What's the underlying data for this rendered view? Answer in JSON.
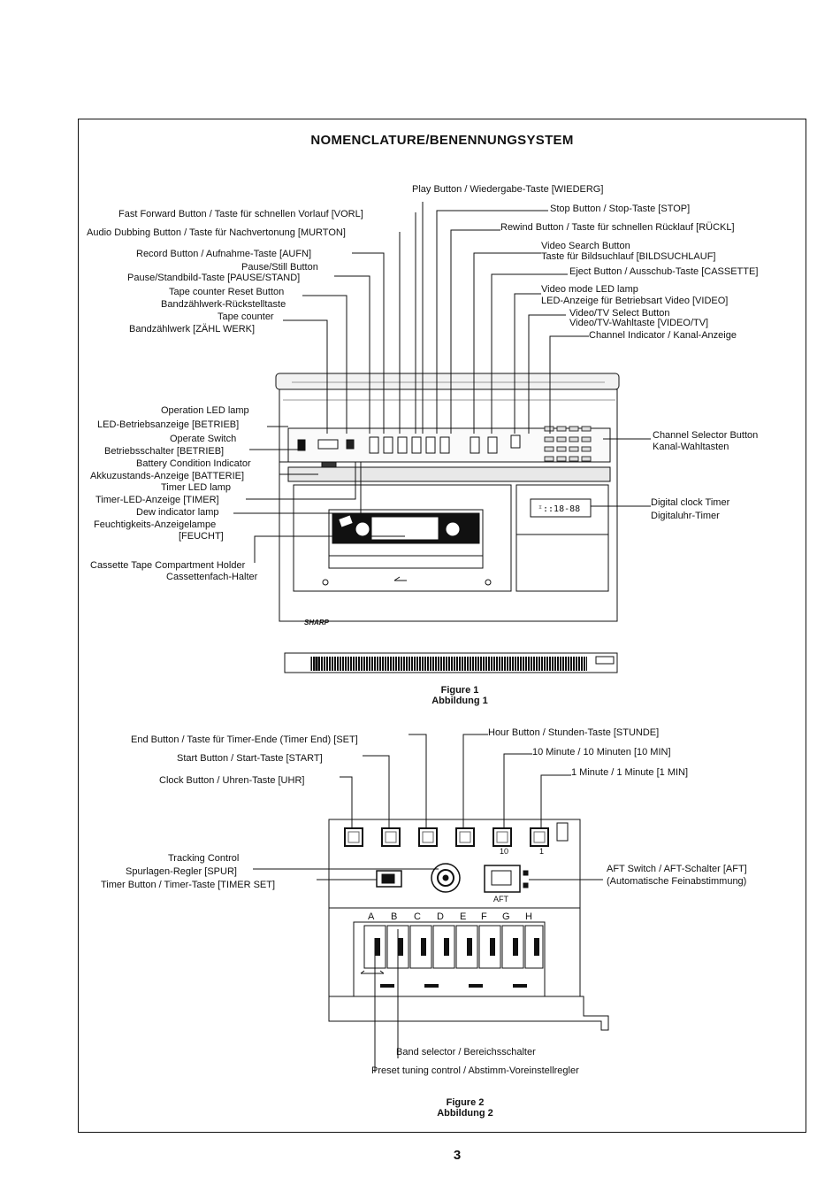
{
  "title": "NOMENCLATURE/BENENNUNGSYSTEM",
  "figure1": {
    "labels": [
      {
        "id": "play",
        "text": "Play Button / Wiedergabe-Taste [WIEDERG]"
      },
      {
        "id": "ff",
        "text": "Fast Forward Button / Taste für schnellen Vorlauf [VORL]"
      },
      {
        "id": "dub",
        "text": "Audio Dubbing Button / Taste für Nachvertonung [MURTON]"
      },
      {
        "id": "rec",
        "text": "Record Button / Aufnahme-Taste [AUFN]"
      },
      {
        "id": "pause1",
        "text": "Pause/Still Button"
      },
      {
        "id": "pause2",
        "text": "Pause/Standbild-Taste [PAUSE/STAND]"
      },
      {
        "id": "tcr1",
        "text": "Tape counter Reset Button"
      },
      {
        "id": "tcr2",
        "text": "Bandzählwerk-Rückstelltaste"
      },
      {
        "id": "tc1",
        "text": "Tape counter"
      },
      {
        "id": "tc2",
        "text": "Bandzählwerk [ZÄHL WERK]"
      },
      {
        "id": "stop",
        "text": "Stop Button / Stop-Taste [STOP]"
      },
      {
        "id": "rew",
        "text": "Rewind Button / Taste für schnellen Rücklauf [RÜCKL]"
      },
      {
        "id": "vs1",
        "text": "Video Search Button"
      },
      {
        "id": "vs2",
        "text": "Taste für Bildsuchlauf [BILDSUCHLAUF]"
      },
      {
        "id": "eject",
        "text": "Eject Button / Ausschub-Taste [CASSETTE]"
      },
      {
        "id": "vm1",
        "text": "Video mode LED lamp"
      },
      {
        "id": "vm2",
        "text": "LED-Anzeige für Betriebsart Video [VIDEO]"
      },
      {
        "id": "vtv1",
        "text": "Video/TV Select Button"
      },
      {
        "id": "vtv2",
        "text": "Video/TV-Wahltaste [VIDEO/TV]"
      },
      {
        "id": "ch",
        "text": "Channel Indicator / Kanal-Anzeige"
      },
      {
        "id": "op1",
        "text": "Operation LED lamp"
      },
      {
        "id": "op2",
        "text": "LED-Betriebsanzeige [BETRIEB]"
      },
      {
        "id": "os1",
        "text": "Operate Switch"
      },
      {
        "id": "os2",
        "text": "Betriebsschalter [BETRIEB]"
      },
      {
        "id": "bat1",
        "text": "Battery Condition Indicator"
      },
      {
        "id": "bat2",
        "text": "Akkuzustands-Anzeige [BATTERIE]"
      },
      {
        "id": "tl1",
        "text": "Timer LED lamp"
      },
      {
        "id": "tl2",
        "text": "Timer-LED-Anzeige [TIMER]"
      },
      {
        "id": "dew1",
        "text": "Dew indicator lamp"
      },
      {
        "id": "dew2",
        "text": "Feuchtigkeits-Anzeigelampe"
      },
      {
        "id": "dew3",
        "text": "[FEUCHT]"
      },
      {
        "id": "cas1",
        "text": "Cassette Tape Compartment Holder"
      },
      {
        "id": "cas2",
        "text": "Cassettenfach-Halter"
      },
      {
        "id": "chs1",
        "text": "Channel Selector Button"
      },
      {
        "id": "chs2",
        "text": "Kanal-Wahltasten"
      },
      {
        "id": "clk1",
        "text": "Digital clock Timer"
      },
      {
        "id": "clk2",
        "text": "Digitaluhr-Timer"
      }
    ],
    "brand": "SHARP",
    "caption1": "Figure 1",
    "caption2": "Abbildung 1"
  },
  "figure2": {
    "labels": [
      {
        "id": "end",
        "text": "End Button / Taste für Timer-Ende (Timer End) [SET]"
      },
      {
        "id": "start",
        "text": "Start Button / Start-Taste [START]"
      },
      {
        "id": "clock",
        "text": "Clock Button / Uhren-Taste [UHR]"
      },
      {
        "id": "hour",
        "text": "Hour Button / Stunden-Taste [STUNDE]"
      },
      {
        "id": "tenmin",
        "text": "10 Minute / 10 Minuten [10 MIN]"
      },
      {
        "id": "onemin",
        "text": "1 Minute / 1 Minute [1 MIN]"
      },
      {
        "id": "trk1",
        "text": "Tracking Control"
      },
      {
        "id": "trk2",
        "text": "Spurlagen-Regler [SPUR]"
      },
      {
        "id": "tset",
        "text": "Timer Button / Timer-Taste [TIMER SET]"
      },
      {
        "id": "aft1",
        "text": "AFT Switch / AFT-Schalter [AFT]"
      },
      {
        "id": "aft2",
        "text": "(Automatische Feinabstimmung)"
      },
      {
        "id": "band",
        "text": "Band selector / Bereichsschalter"
      },
      {
        "id": "preset",
        "text": "Preset tuning control / Abstimm-Voreinstellregler"
      }
    ],
    "key10": "10",
    "key1": "1",
    "aft": "AFT",
    "letters": [
      "A",
      "B",
      "C",
      "D",
      "E",
      "F",
      "G",
      "H"
    ],
    "caption1": "Figure 2",
    "caption2": "Abbildung 2"
  },
  "page_number": "3"
}
